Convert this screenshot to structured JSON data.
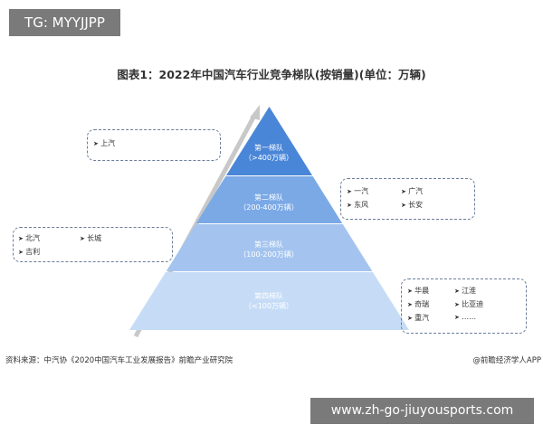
{
  "tag": "TG: MYYJJPP",
  "title": "图表1：2022年中国汽车行业竞争梯队(按销量)(单位：万辆)",
  "tiers": [
    {
      "name": "第一梯队",
      "range": "（>400万辆）",
      "color": "#4a86d8",
      "companies": [
        "上汽"
      ]
    },
    {
      "name": "第二梯队",
      "range": "（200-400万辆）",
      "color": "#7aa9e6",
      "companies": [
        "一汽",
        "广汽",
        "东风",
        "长安"
      ]
    },
    {
      "name": "第三梯队",
      "range": "（100-200万辆）",
      "color": "#a4c4ef",
      "companies": [
        "北汽",
        "长城",
        "吉利"
      ]
    },
    {
      "name": "第四梯队",
      "range": "（<100万辆）",
      "color": "#c6dcf6",
      "companies": [
        "华晨",
        "江淮",
        "奇瑞",
        "比亚迪",
        "重汽",
        "……"
      ]
    }
  ],
  "footer": {
    "source": "资料来源：中汽协《2020中国汽车工业发展报告》前瞻产业研究院",
    "credit": "@前瞻经济学人APP"
  },
  "url": "www.zh-go-jiuyousports.com"
}
